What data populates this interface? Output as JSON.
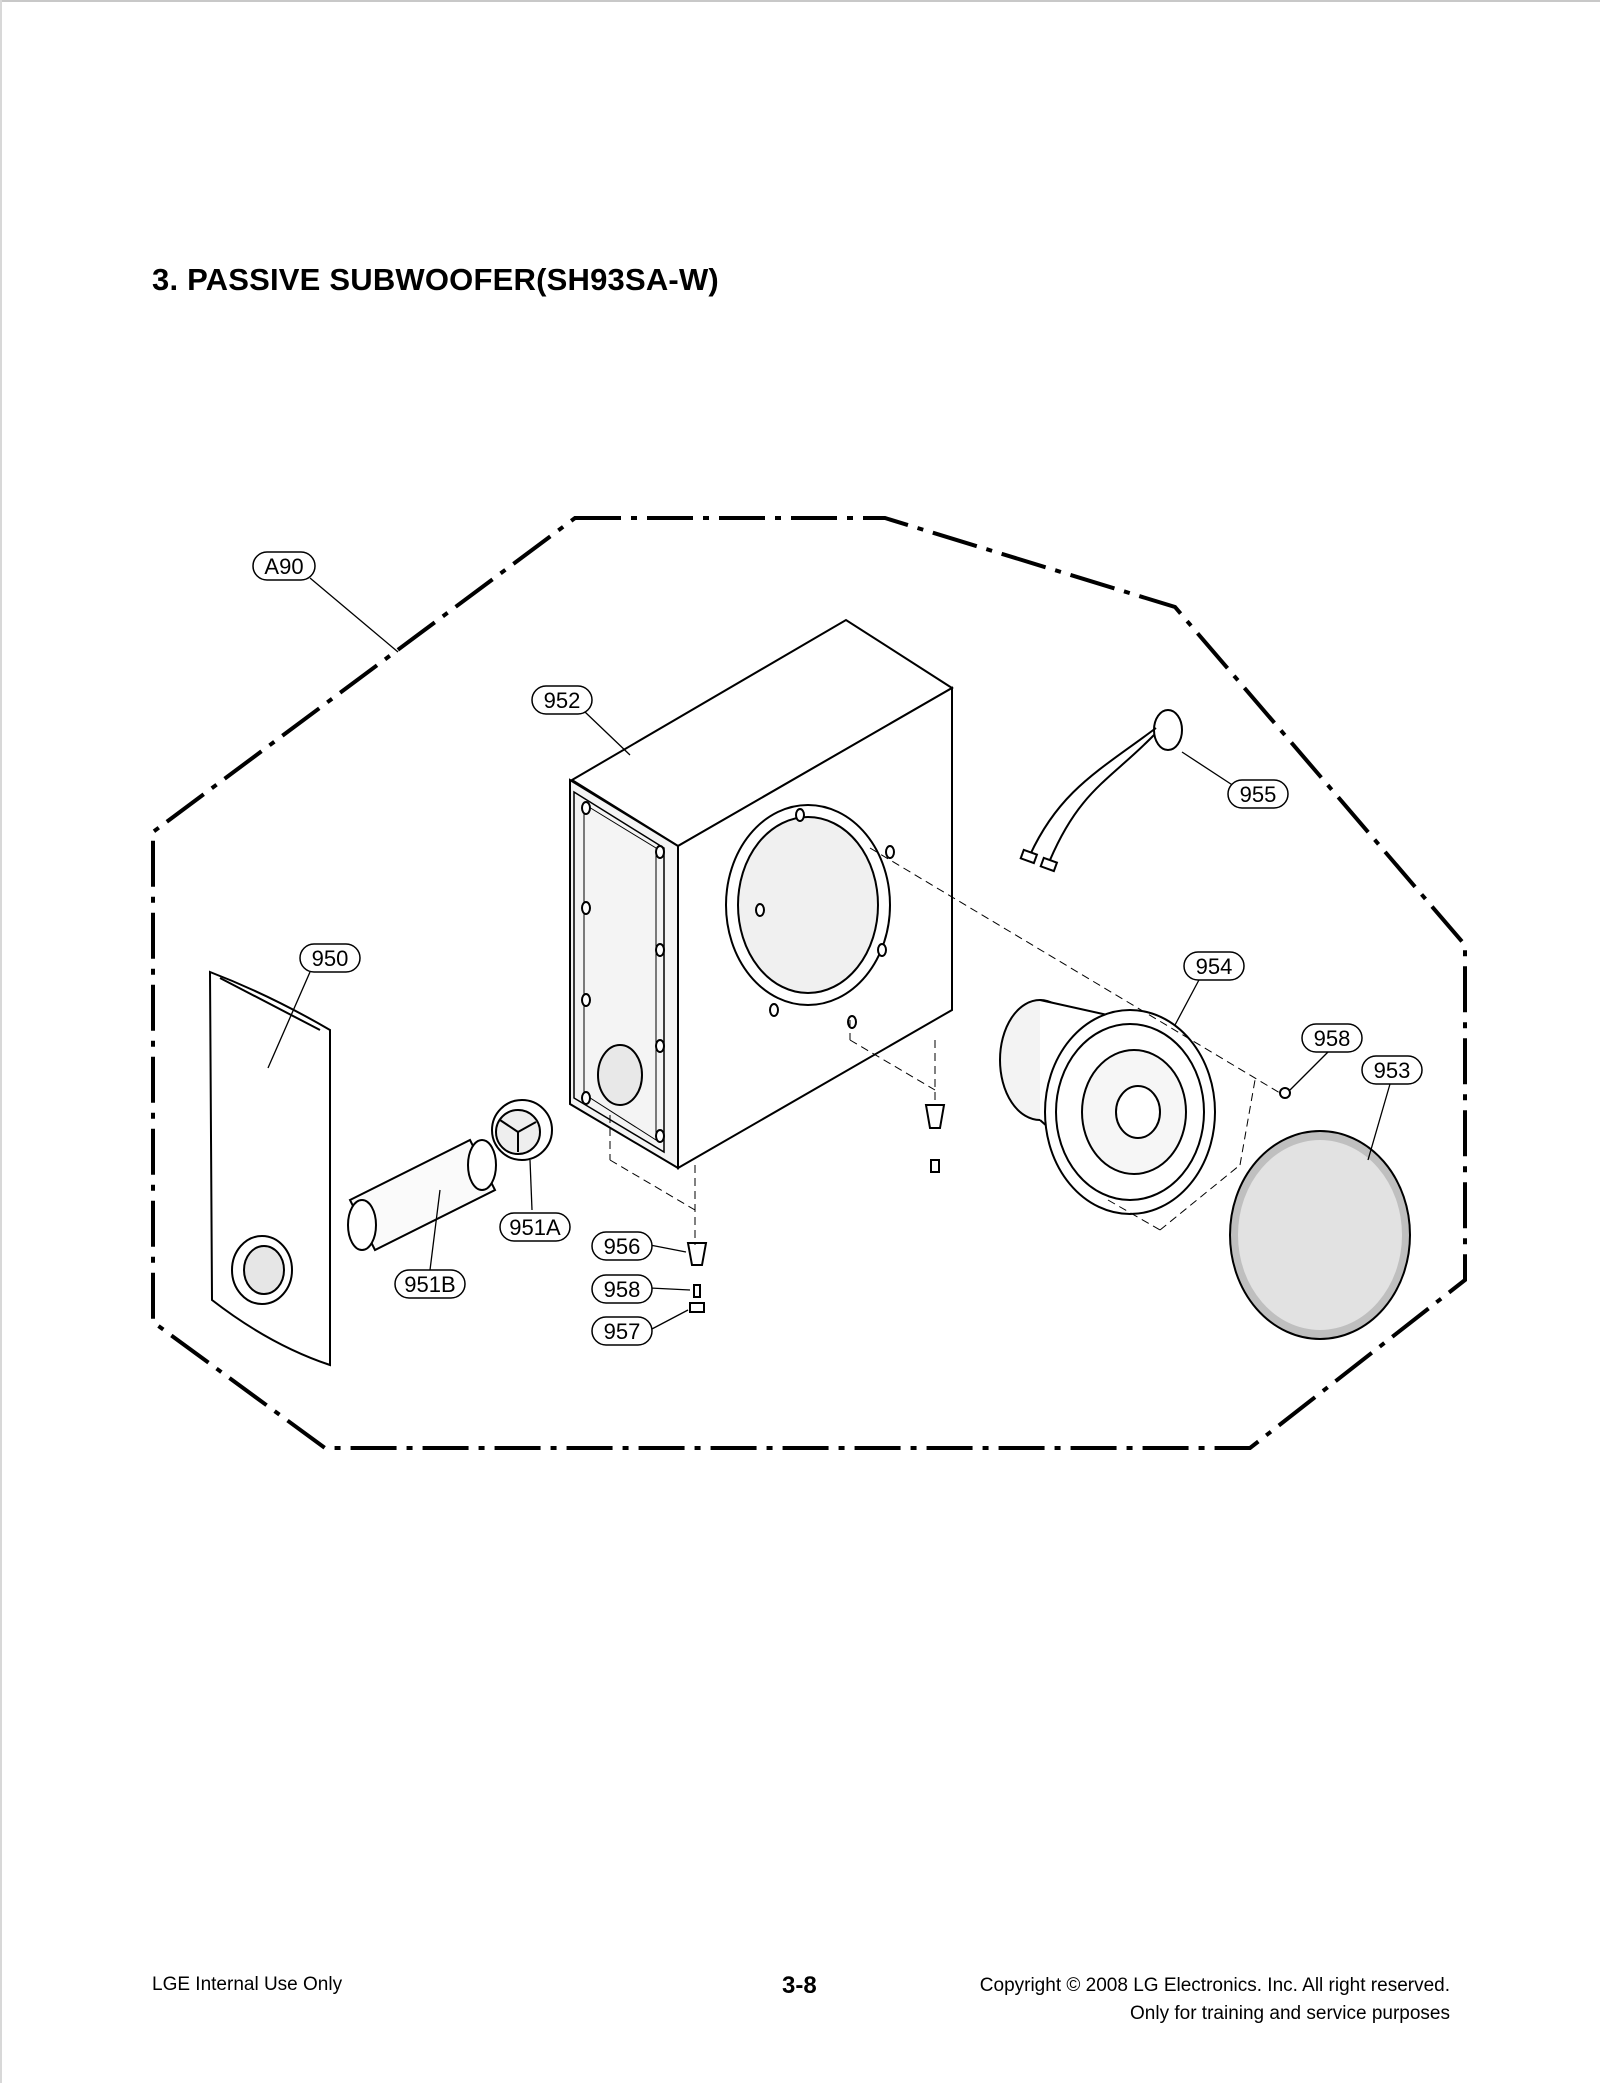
{
  "header": {
    "title": "3. PASSIVE SUBWOOFER(SH93SA-W)"
  },
  "diagram": {
    "callouts": {
      "a90": "A90",
      "p952": "952",
      "p955": "955",
      "p950": "950",
      "p954": "954",
      "p958a": "958",
      "p953": "953",
      "p951a": "951A",
      "p951b": "951B",
      "p956": "956",
      "p958b": "958",
      "p957": "957"
    }
  },
  "footer": {
    "left": "LGE Internal Use Only",
    "page_number": "3-8",
    "copyright": "Copyright © 2008 LG Electronics. Inc. All right reserved.",
    "purpose": "Only for training and service purposes"
  }
}
